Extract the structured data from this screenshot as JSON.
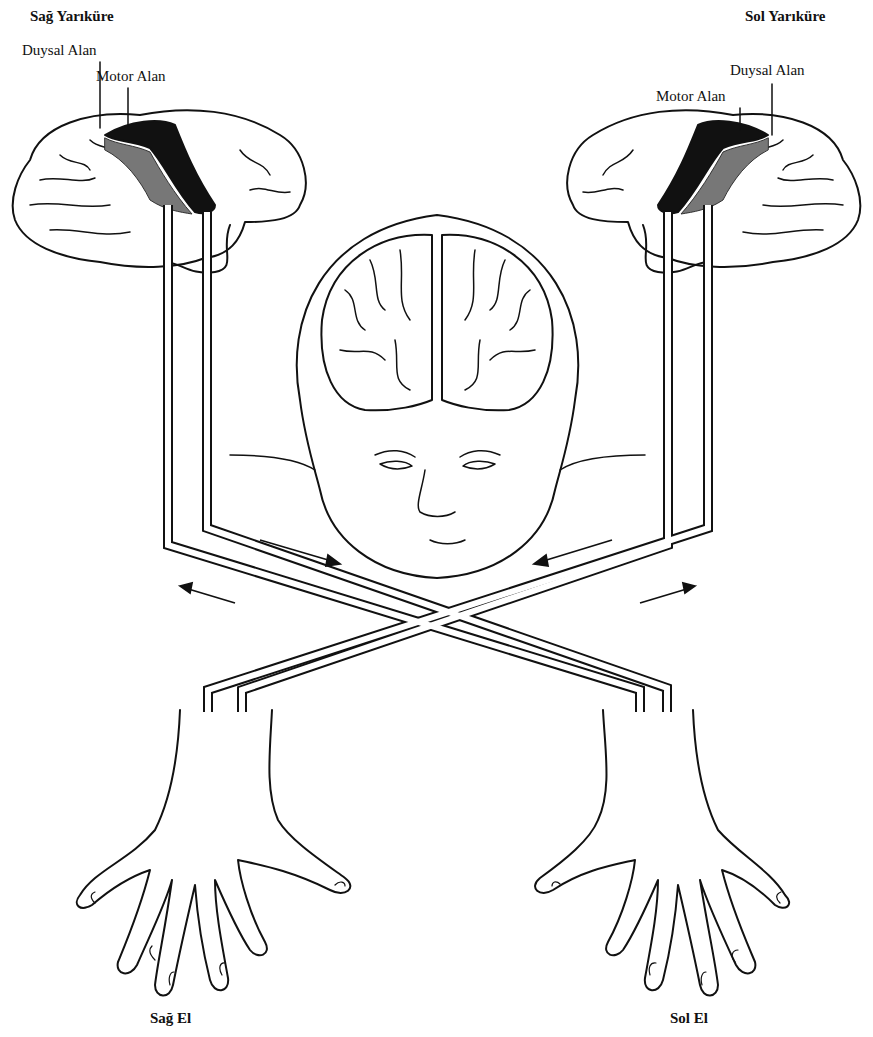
{
  "diagram": {
    "labels": [
      "Sağ Yarıküre",
      "Sol Yarıküre",
      "Duysal Alan",
      "Motor Alan",
      "Motor Alan",
      "Duysal Alan",
      "Sağ El",
      "Sol El"
    ]
  }
}
